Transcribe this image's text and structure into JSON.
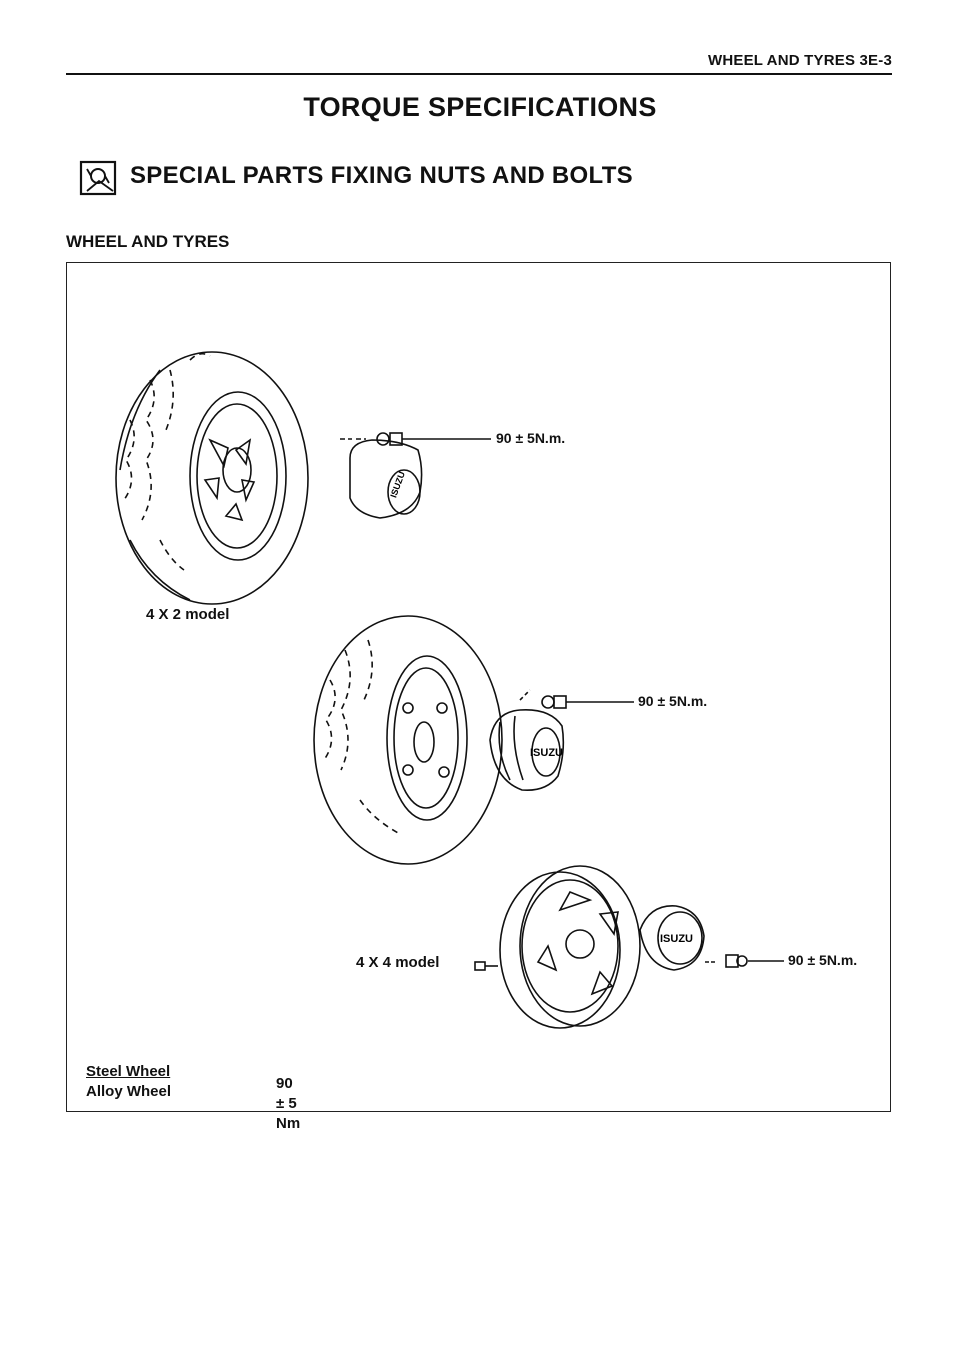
{
  "header": {
    "running_title": "WHEEL AND TYRES 3E-3",
    "title": "TORQUE SPECIFICATIONS",
    "section": "SPECIAL PARTS FIXING NUTS AND BOLTS",
    "subheading": "WHEEL AND TYRES"
  },
  "figure": {
    "model_4x2_label": "4 X 2 model",
    "model_4x4_label": "4 X 4 model",
    "callout_1": "90 ± 5N.m.",
    "callout_2": "90 ± 5N.m.",
    "callout_3": "90 ± 5N.m.",
    "hubcap_logo_1": "ISUZU",
    "hubcap_logo_2": "ISUZU",
    "hubcap_logo_3": "ISUZU"
  },
  "spec": {
    "steel_wheel": "Steel Wheel",
    "alloy_wheel": "Alloy Wheel",
    "value": "90 ± 5 Nm"
  },
  "icons": [
    "wrench-torque-icon"
  ]
}
